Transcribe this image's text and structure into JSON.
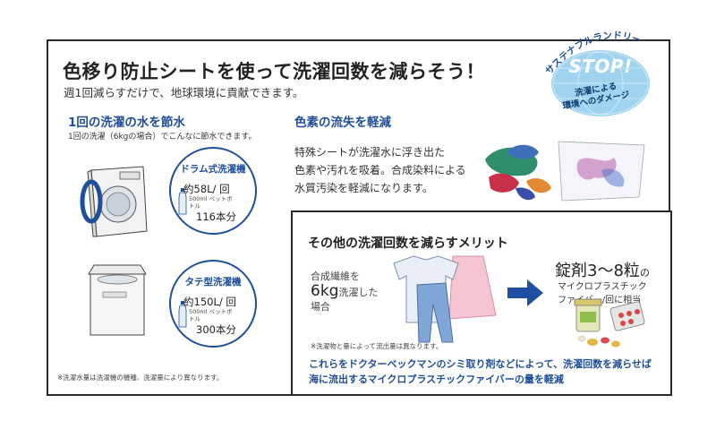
{
  "header": {
    "title": "色移り防止シートを使って洗濯回数を減らそう！",
    "subtitle": "週1回減らすだけで、地球環境に貢献できます。"
  },
  "stamp": {
    "arc_text": "サステナブルランドリー",
    "stop": "STOP!",
    "line1": "洗濯による",
    "line2": "環境へのダメージ",
    "color": "#9fd3ef"
  },
  "water_section": {
    "heading": "1回の洗濯の水を節水",
    "note": "1回の洗濯（6kgの場合）でこんなに節水できます。",
    "drum": {
      "label": "ドラム式洗濯機",
      "value": "約58L/ 回",
      "bottle_note": "500ml ペットボトル",
      "count": "116本分"
    },
    "vertical": {
      "label": "タテ型洗濯機",
      "value": "約150L/ 回",
      "bottle_note": "500ml ペットボトル",
      "count": "300本分"
    },
    "footnote": "※洗濯水量は洗濯機の機種、洗濯量により異なります。"
  },
  "color_section": {
    "heading": "色素の流失を軽減",
    "lines": [
      "特殊シートが洗濯水に浮き出た",
      "色素や汚れを吸着。合成染料による",
      "水質汚染を軽減になります。"
    ]
  },
  "merit_section": {
    "heading": "その他の洗濯回数を減らすメリット",
    "fiber_pre": "合成繊維を",
    "fiber_amount": "6kg",
    "fiber_mid": "洗濯した",
    "fiber_post": "場合",
    "tablets_prefix": "錠剤",
    "tablets_value": "3～8粒",
    "tablets_suffix": "の",
    "micro_line1": "マイクロプラスチック",
    "micro_line2": "ファイバー/回に相当",
    "footnote": "※洗濯物と量によって流出量は異なります。",
    "conclusion_line1": "これらをドクターベックマンのシミ取り剤などによって、洗濯回数を減らせば",
    "conclusion_line2": "海に流出するマイクロプラスチックファイバーの量を軽減"
  },
  "colors": {
    "accent_blue": "#1f4e9b",
    "border": "#2b2b2b",
    "arrow": "#1e4fa3"
  }
}
